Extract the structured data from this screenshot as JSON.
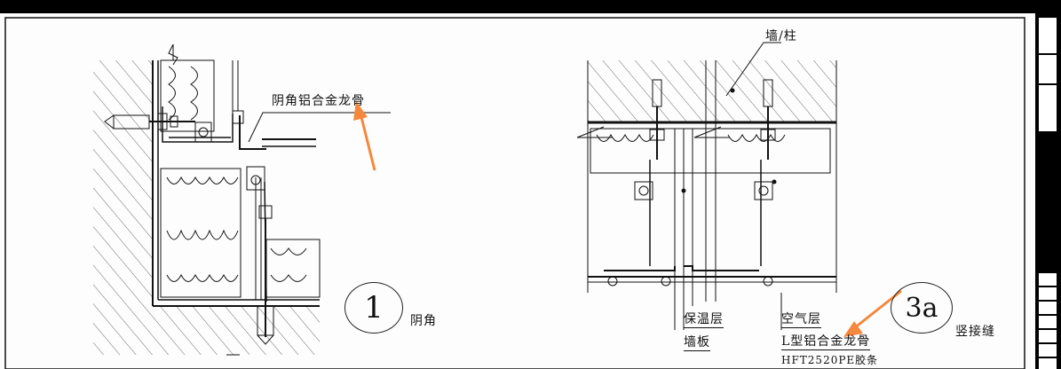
{
  "detail_1": {
    "number": "1",
    "title": "阴角",
    "callout": "阴角铝合金龙骨"
  },
  "detail_3a": {
    "number": "3a",
    "title": "竖接缝",
    "top_label": "墙/柱",
    "callouts": [
      "保温层",
      "墙板",
      "空气层",
      "L型铝合金龙骨",
      "HFT2520PE胶条"
    ]
  },
  "colors": {
    "arrow": "#f5883c",
    "line": "#111111",
    "paper": "#fdfdfd"
  }
}
